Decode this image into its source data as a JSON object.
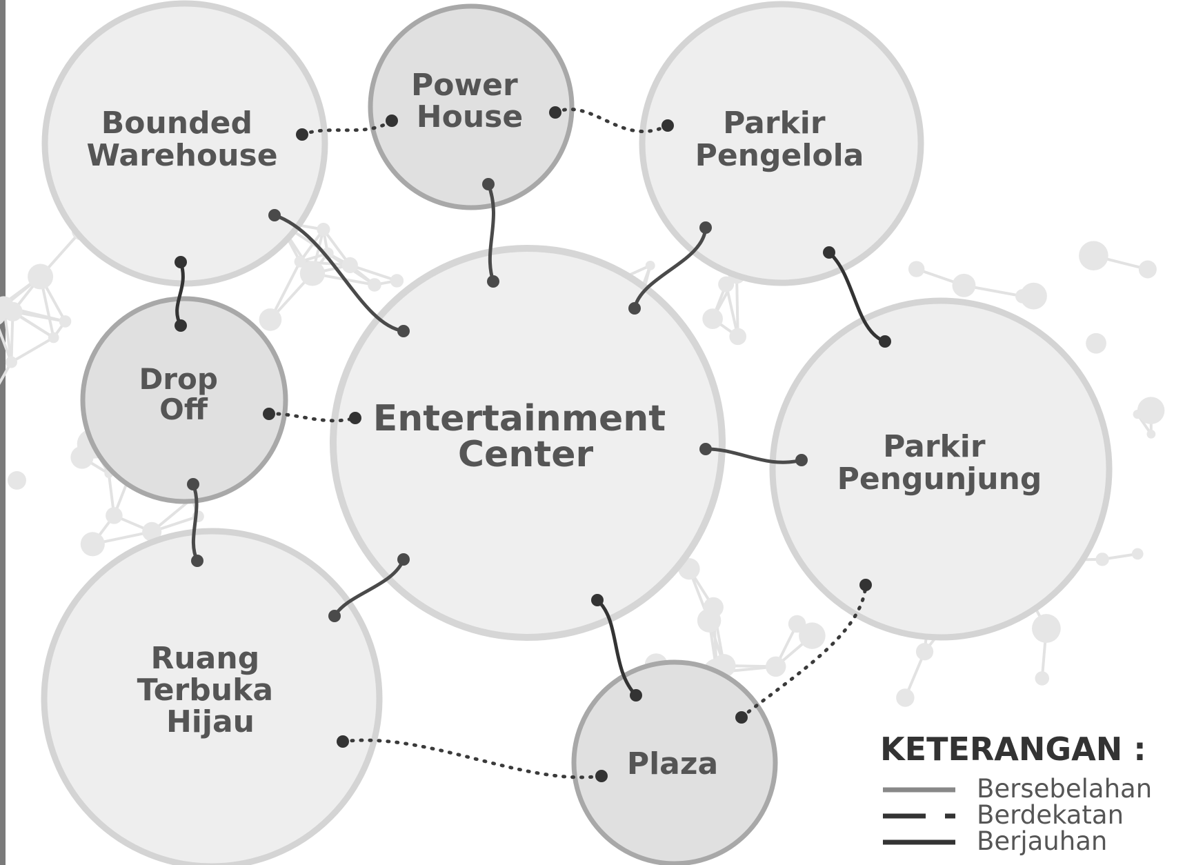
{
  "nodes": {
    "bounded_warehouse": {
      "lines": [
        "Bounded",
        "Warehouse"
      ]
    },
    "power_house": {
      "lines": [
        "Power",
        "House"
      ]
    },
    "parkir_pengelola": {
      "lines": [
        "Parkir",
        "Pengelola"
      ]
    },
    "drop_off": {
      "lines": [
        "Drop",
        "Off"
      ]
    },
    "entertainment_center": {
      "lines": [
        "Entertainment",
        "Center"
      ]
    },
    "parkir_pengunjung": {
      "lines": [
        "Parkir",
        "Pengunjung"
      ]
    },
    "ruang_terbuka_hijau": {
      "lines": [
        "Ruang",
        "Terbuka",
        "Hijau"
      ]
    },
    "plaza": {
      "lines": [
        "Plaza"
      ]
    }
  },
  "legend": {
    "title": "KETERANGAN :",
    "items": [
      {
        "label": "Bersebelahan",
        "style": "solid-light"
      },
      {
        "label": "Berdekatan",
        "style": "dashed"
      },
      {
        "label": "Berjauhan",
        "style": "solid-dark"
      }
    ]
  },
  "colors": {
    "node_fill_light": "#eeeeee",
    "node_fill_mid": "#e0e0e0",
    "node_stroke": "#d2d2d2",
    "node_stroke_dark": "#a6a6a6",
    "label": "#555555",
    "link_dark": "#333333",
    "link_mid": "#4a4a4a",
    "background_network": "#e4e4e4"
  }
}
